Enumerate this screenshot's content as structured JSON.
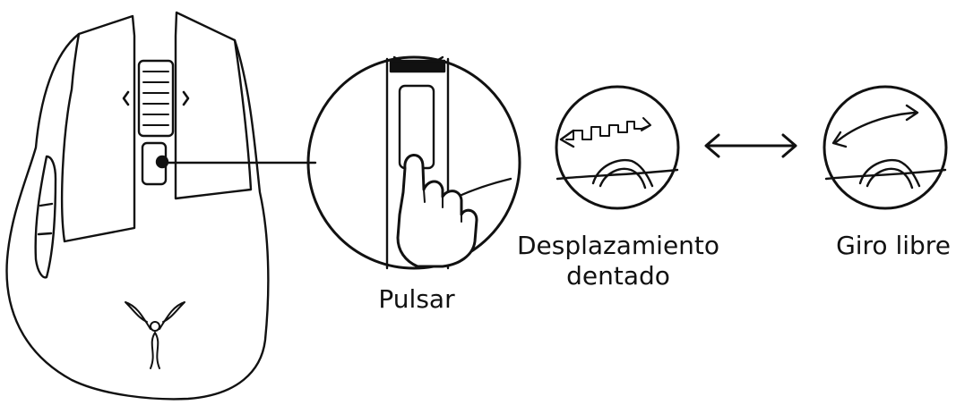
{
  "labels": {
    "press": "Pulsar",
    "tactile_scroll_line1": "Desplazamiento",
    "tactile_scroll_line2": "dentado",
    "free_spin": "Giro libre"
  },
  "icons": {
    "mouse": "mouse-top-view-icon",
    "logo": "razer-logo-icon",
    "zoom": "finger-press-scroll-button-icon",
    "tactile": "tactile-scroll-wheel-icon",
    "swap": "double-arrow-icon",
    "free": "free-spin-scroll-wheel-icon"
  }
}
